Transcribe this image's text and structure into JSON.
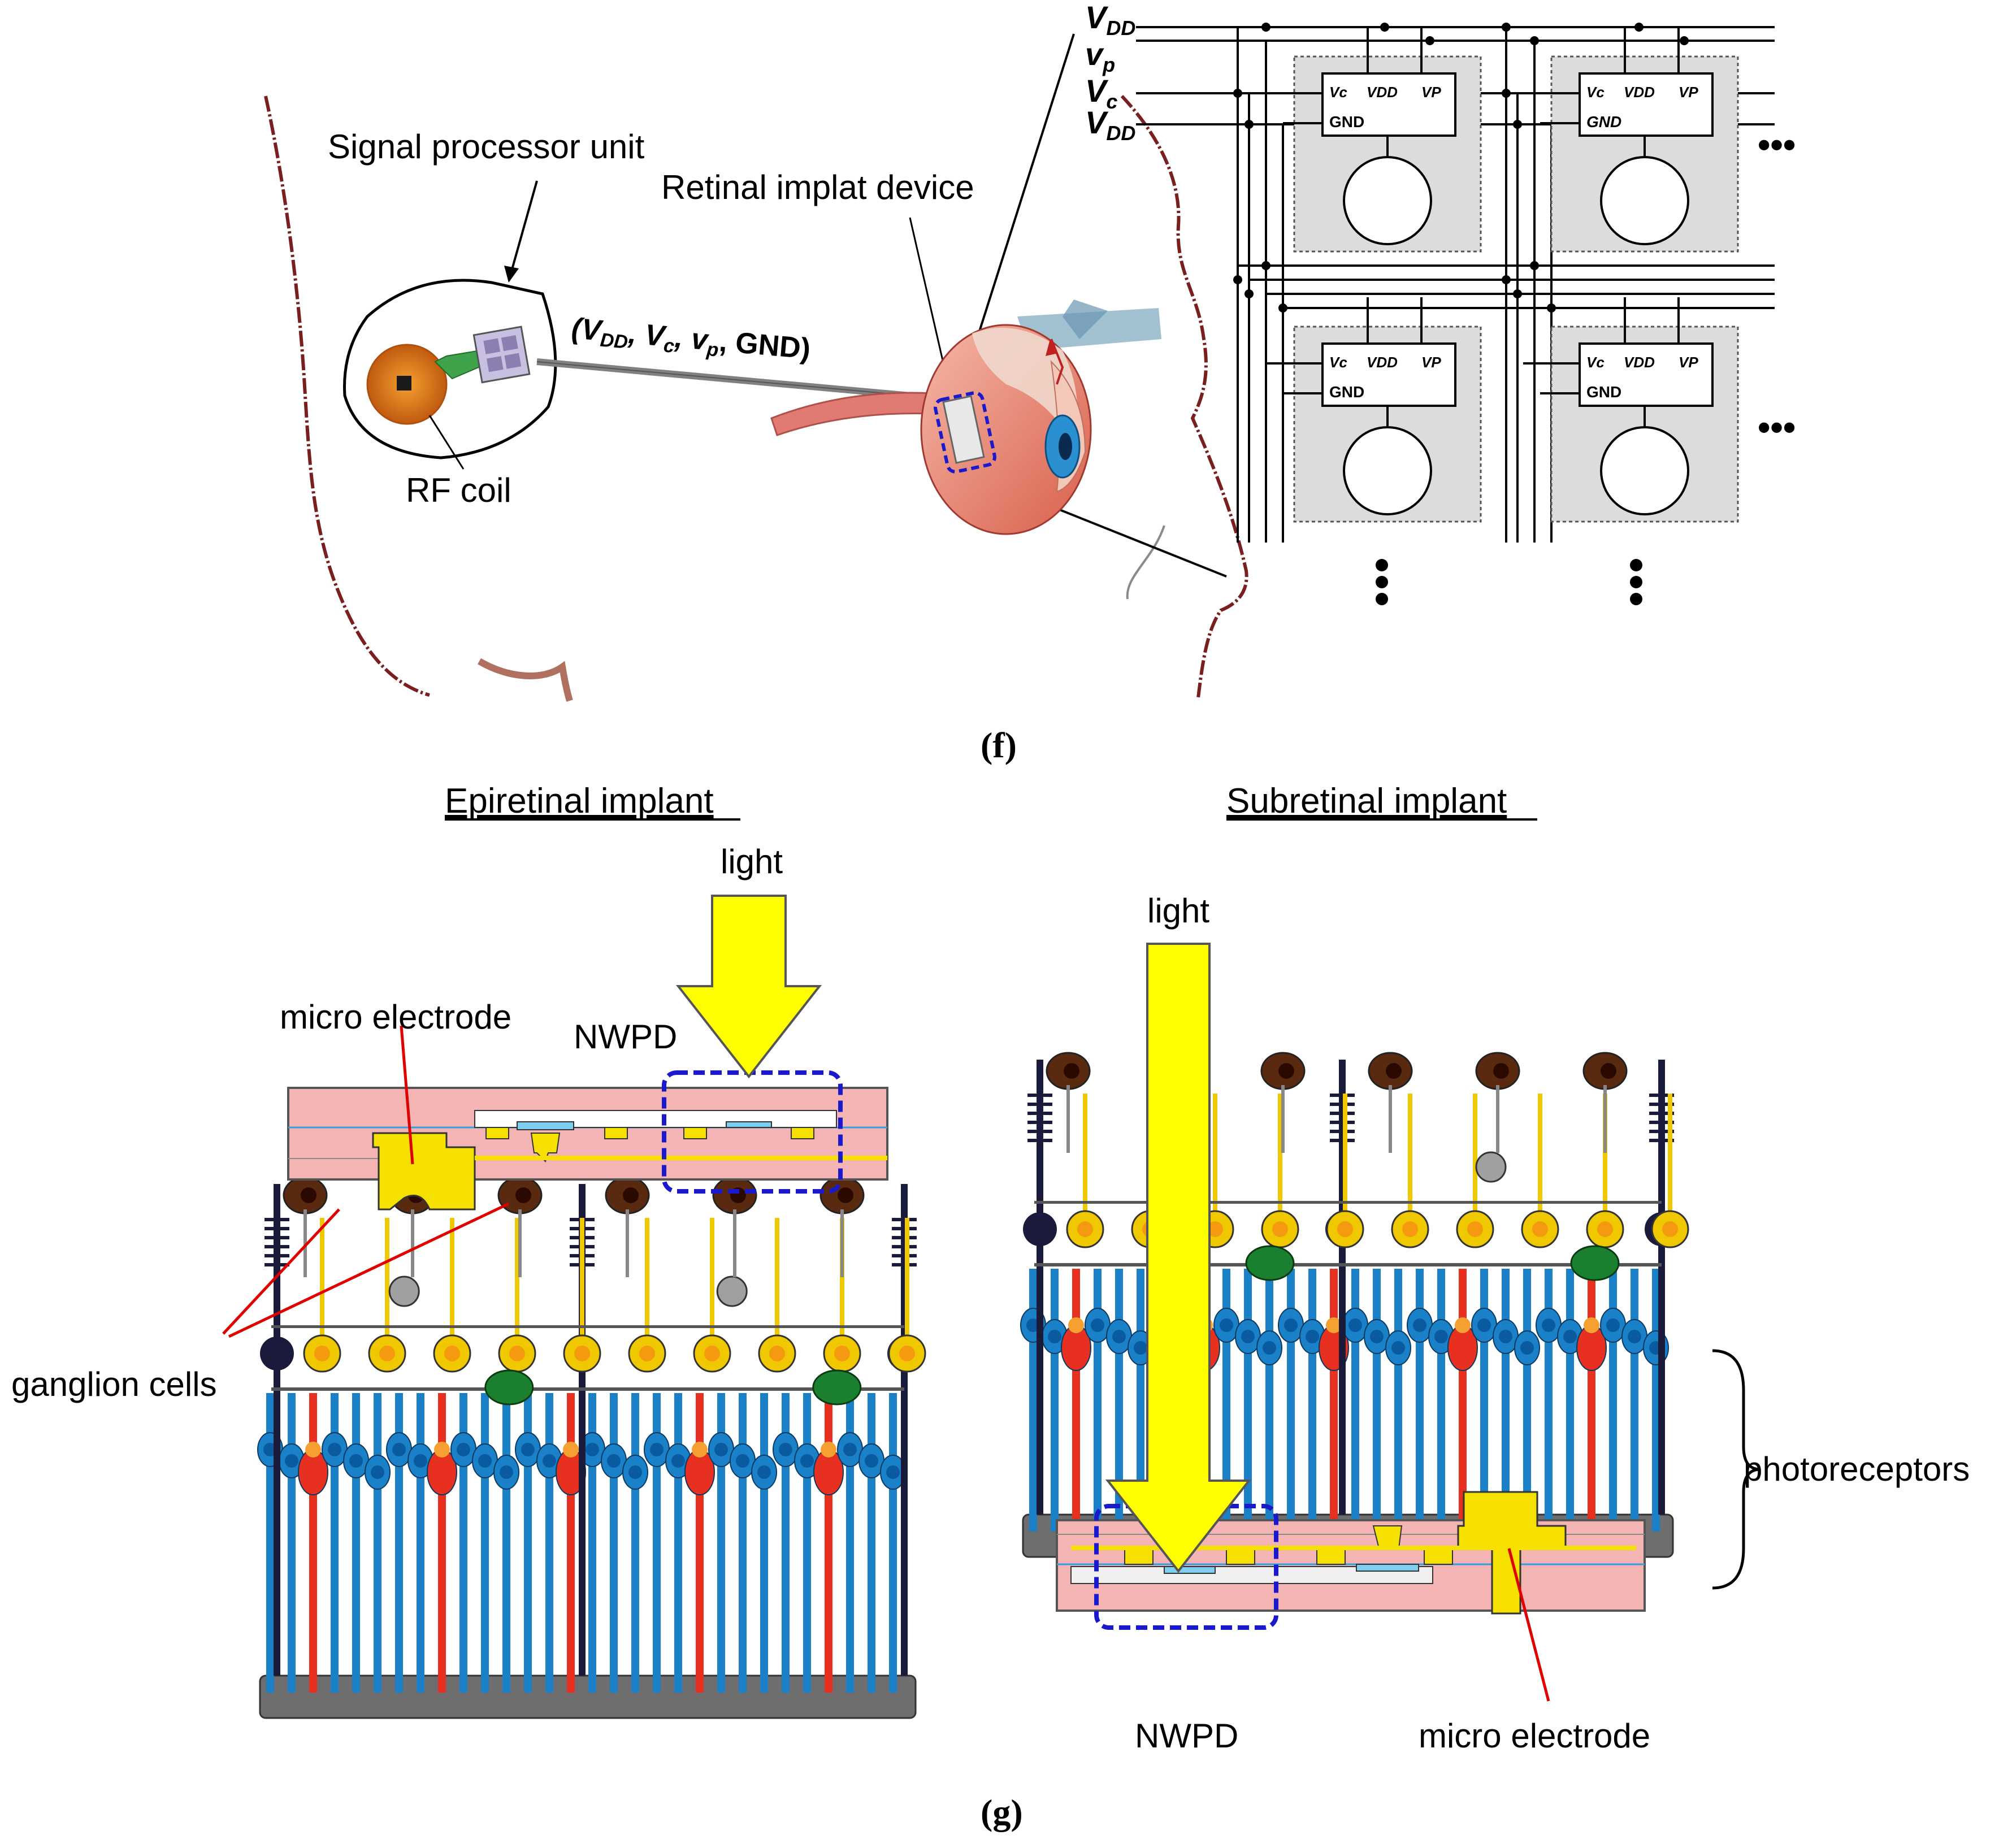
{
  "panel_f": {
    "caption": "(f)",
    "signal_processor_label": "Signal processor unit",
    "retinal_device_label": "Retinal implat device",
    "rf_coil_label": "RF coil",
    "cable_label": "(V_DD, V_c, v_p, GND)",
    "bus_labels": [
      "V_DD",
      "v_p",
      "V_c",
      "V_DD"
    ],
    "cell_pins": [
      "Vc",
      "VDD",
      "VP"
    ],
    "cell_gnd_italic": "GND",
    "cell_gnd": "GND",
    "ellipsis_h": "•••",
    "ellipsis_v": "⋮",
    "colors": {
      "skin_outline": "#7a1f1f",
      "cell_fill": "#dcdcdc",
      "eye_red": "#e8908a",
      "dash_blue": "#1a1acc",
      "cable_grey": "#808080",
      "coil_orange": "#e07a1a"
    }
  },
  "panel_g": {
    "caption": "(g)",
    "epiretinal_title": "Epiretinal implant",
    "subretinal_title": "Subretinal implant",
    "light_label_left": "light",
    "light_label_right": "light",
    "micro_electrode_left": "micro electrode",
    "micro_electrode_right": "micro electrode",
    "nwpd_left": "NWPD",
    "nwpd_right": "NWPD",
    "ganglion_label": "ganglion cells",
    "photoreceptors_label": "photoreceptors",
    "colors": {
      "chip_pink": "#f4b4b4",
      "arrow_yellow": "#ffff00",
      "electrode_yellow": "#f5e000",
      "rod_blue": "#1a80c8",
      "cone_red": "#e83020",
      "bipolar_yellow": "#f0c800",
      "ganglion_brown": "#5a2a10",
      "amacrine_green": "#1a8030",
      "horizontal_grey": "#a0a0a0",
      "epithelium_grey": "#6e6e6e",
      "neuron_navy": "#1a1a3a",
      "leader_red": "#e00000",
      "dash_blue": "#1a1acc"
    }
  }
}
